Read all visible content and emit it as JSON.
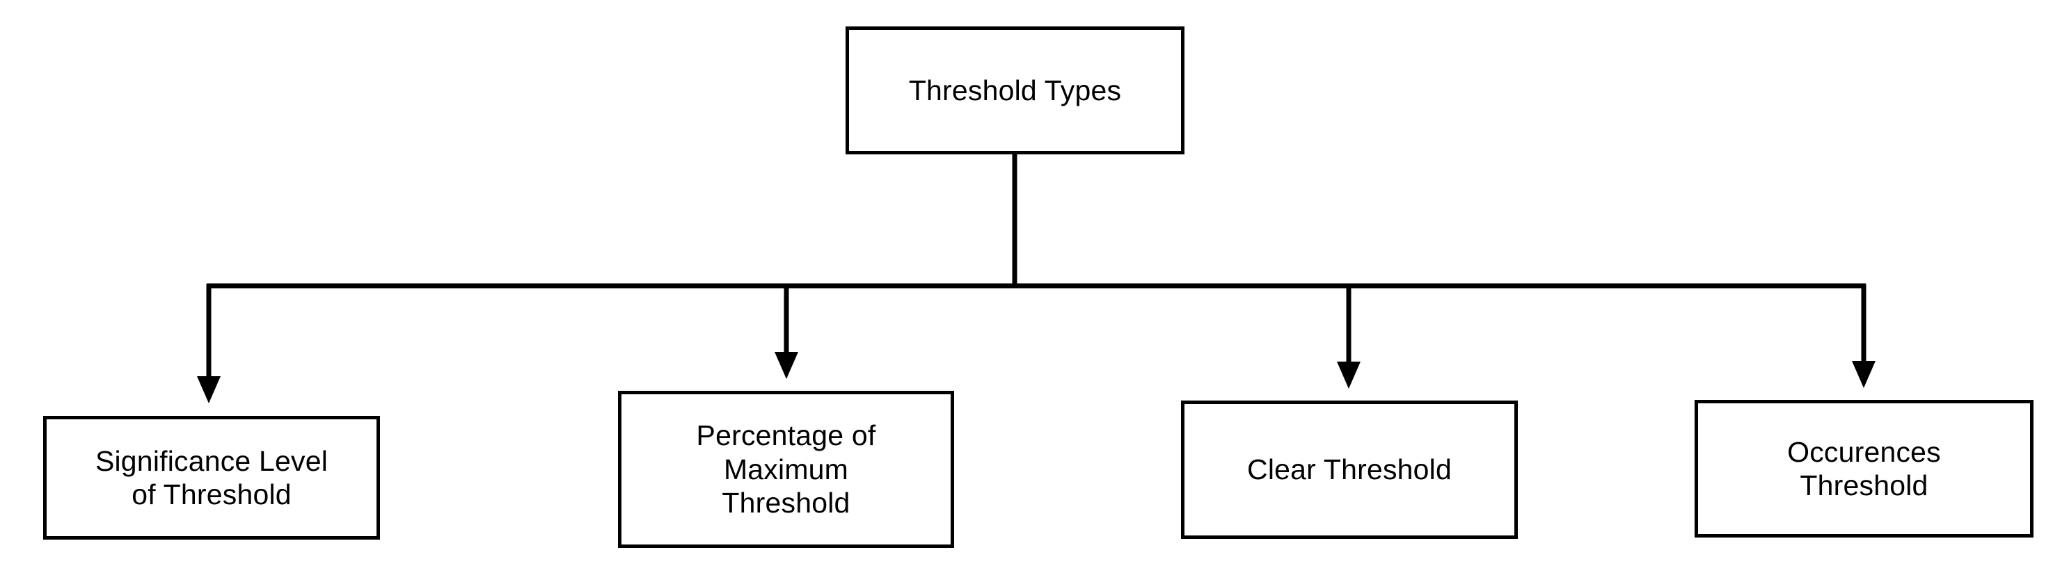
{
  "diagram": {
    "type": "tree-flowchart",
    "orientation": "top-down",
    "title": "Threshold Types",
    "colors": {
      "background": "#ffffff",
      "box_border": "#000000",
      "box_fill": "#ffffff",
      "connector": "#000000",
      "text": "#000000"
    },
    "root": {
      "id": "root",
      "label": "Threshold Types",
      "shape": "rectangle"
    },
    "children": [
      {
        "id": "leaf-0",
        "label": "Significance Level\nof Threshold",
        "shape": "rectangle",
        "connector": "elbow-arrow"
      },
      {
        "id": "leaf-1",
        "label": "Percentage of\nMaximum\nThreshold",
        "shape": "rectangle",
        "connector": "elbow-arrow"
      },
      {
        "id": "leaf-2",
        "label": "Clear Threshold",
        "shape": "rectangle",
        "connector": "elbow-arrow"
      },
      {
        "id": "leaf-3",
        "label": "Occurences\nThreshold",
        "shape": "rectangle",
        "connector": "elbow-arrow"
      }
    ]
  }
}
